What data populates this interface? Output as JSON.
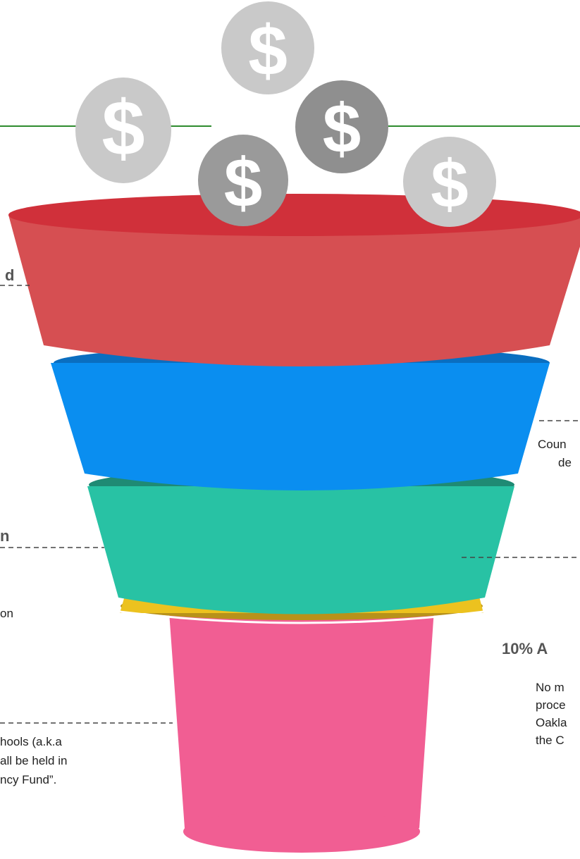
{
  "colors": {
    "accent_line": "#2e8b2e",
    "tier_1": "#d64f52",
    "tier_2": "#0a8ef0",
    "tier_3": "#28c2a4",
    "tier_4": "#ecc21f",
    "tier_5": "#f15e93",
    "coin_light": "#c9c9c9",
    "coin_dark": "#9a9a9a"
  },
  "coins": [
    {
      "icon": "dollar-coin-icon",
      "glyph": "$"
    },
    {
      "icon": "dollar-coin-icon",
      "glyph": "$"
    },
    {
      "icon": "dollar-coin-icon",
      "glyph": "$"
    },
    {
      "icon": "dollar-coin-icon",
      "glyph": "$"
    },
    {
      "icon": "dollar-coin-icon",
      "glyph": "$"
    }
  ],
  "labels": {
    "left_1": "d",
    "left_3": "n",
    "right_2_line1": "Coun",
    "right_2_line2": "de",
    "right_4_heading": "10% A",
    "right_4_line1": "No m",
    "right_4_line2": "proce",
    "right_4_line3": "Oakla",
    "right_4_line4": "the C",
    "left_3_body": "on",
    "left_5_line1": "hools (a.k.a",
    "left_5_line2": "all be held in",
    "left_5_line3": "ncy Fund”."
  }
}
